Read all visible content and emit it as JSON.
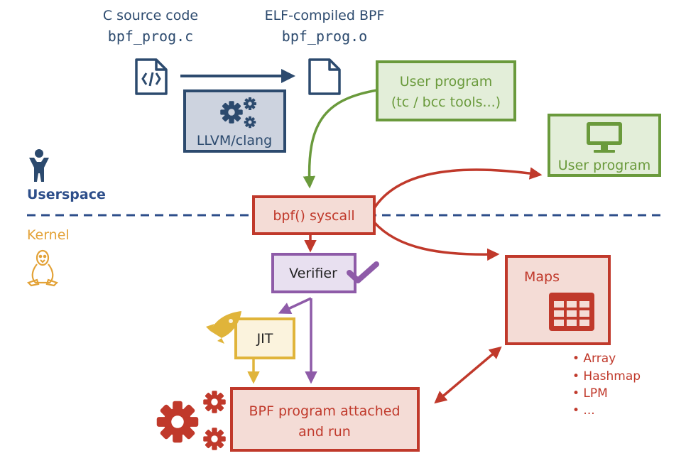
{
  "header": {
    "source_caption": "C source code",
    "source_file": "bpf_prog.c",
    "object_caption": "ELF-compiled BPF",
    "object_file": "bpf_prog.o"
  },
  "compiler": {
    "label": "LLVM/clang"
  },
  "user_program_top": {
    "line1": "User program",
    "line2": "(tc / bcc tools...)"
  },
  "user_program_right": {
    "label": "User program"
  },
  "zones": {
    "userspace": "Userspace",
    "kernel": "Kernel"
  },
  "syscall": {
    "label": "bpf() syscall"
  },
  "verifier": {
    "label": "Verifier"
  },
  "jit": {
    "label": "JIT"
  },
  "bpf_program": {
    "line1": "BPF program attached",
    "line2": "and run"
  },
  "maps": {
    "title": "Maps",
    "types": [
      "• Array",
      "• Hashmap",
      "• LPM",
      "• ..."
    ]
  },
  "colors": {
    "navy": "#2c4a6e",
    "green": "#6a9a3c",
    "red": "#c0392b",
    "purple": "#8e5ba8",
    "yellow": "#e0b43a",
    "blue_dash": "#2d4e8a",
    "orange": "#e3a237"
  },
  "icons": {
    "source_file": "code-file-icon",
    "object_file": "file-icon",
    "compiler": "gears-icon",
    "monitor": "monitor-icon",
    "userspace": "person-icon",
    "kernel": "tux-penguin-icon",
    "verifier": "checkmark-icon",
    "jit": "rocket-icon",
    "maps": "grid-table-icon",
    "runtime": "gears-icon"
  }
}
